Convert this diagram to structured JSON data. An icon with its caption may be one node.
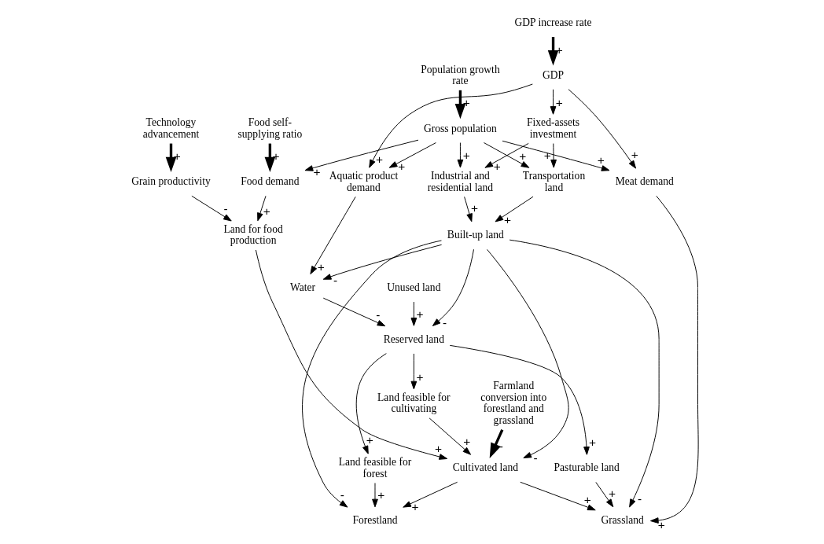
{
  "diagram": {
    "nodes": [
      {
        "text": [
          "Food self-supplying ratio"
        ]
      },
      {
        "text": [
          "Population growth rate"
        ]
      },
      {
        "text": [
          "Technology advancement"
        ]
      },
      {
        "text": [
          "Food demand"
        ]
      },
      {
        "text": [
          "Grain productivity"
        ]
      },
      {
        "text": [
          "Gross population"
        ]
      },
      {
        "text": [
          "Land for food production"
        ]
      },
      {
        "text": [
          "Cultivated land"
        ]
      },
      {
        "text": [
          "Farmland conversion into forestland and grassland"
        ]
      },
      {
        "text": [
          "Aquatic product demand"
        ]
      },
      {
        "text": [
          "Water"
        ]
      },
      {
        "text": [
          "Meat demand"
        ]
      },
      {
        "text": [
          "Grassland"
        ]
      },
      {
        "text": [
          "Land feasible for cultivating"
        ]
      },
      {
        "text": [
          "Industrial and residential land"
        ]
      },
      {
        "text": [
          "Built-up land"
        ]
      },
      {
        "text": [
          "Pasturable land"
        ]
      },
      {
        "text": [
          "Transportation land"
        ]
      },
      {
        "text": [
          "Forestland"
        ]
      },
      {
        "text": [
          "Reserved land"
        ]
      },
      {
        "text": [
          "GDP"
        ]
      },
      {
        "text": [
          "Fixed-assets investment"
        ]
      },
      {
        "text": [
          "Land feasible for forest"
        ]
      },
      {
        "text": [
          "Unused land"
        ]
      },
      {
        "text": [
          "GDP increase rate"
        ]
      }
    ],
    "edges": [
      {
        "from": 0,
        "to": 3,
        "arrow": "to",
        "label": "+",
        "style": "thick"
      },
      {
        "from": 1,
        "to": 5,
        "arrow": "to",
        "label": "+",
        "style": "thick"
      },
      {
        "from": 2,
        "to": 4,
        "arrow": "to",
        "label": "+",
        "style": "thick"
      },
      {
        "from": 3,
        "to": 6,
        "arrow": "to",
        "label": "+"
      },
      {
        "from": 4,
        "to": 6,
        "arrow": "to",
        "label": "-"
      },
      {
        "from": 5,
        "to": 3,
        "arrow": "to",
        "label": "+"
      },
      {
        "from": 5,
        "to": 9,
        "arrow": "to",
        "label": "+"
      },
      {
        "from": 5,
        "to": 11,
        "arrow": "to",
        "label": "+"
      },
      {
        "from": 5,
        "to": 14,
        "arrow": "to",
        "label": "+"
      },
      {
        "from": 5,
        "to": 17,
        "arrow": "to",
        "label": "+"
      },
      {
        "from": 6,
        "to": 7,
        "arrow": "to",
        "label": "+"
      },
      {
        "from": 7,
        "to": 12,
        "arrow": "to",
        "label": "+"
      },
      {
        "from": 7,
        "to": 18,
        "arrow": "to",
        "label": "+"
      },
      {
        "from": 8,
        "to": 7,
        "arrow": "to",
        "label": "-",
        "style": "thick"
      },
      {
        "from": 9,
        "to": 10,
        "arrow": "to",
        "label": "+"
      },
      {
        "from": 10,
        "to": 19,
        "arrow": "to",
        "label": "-"
      },
      {
        "from": 11,
        "to": 12,
        "arrow": "to",
        "label": "+"
      },
      {
        "from": 13,
        "to": 7,
        "arrow": "to",
        "label": "+"
      },
      {
        "from": 14,
        "to": 15,
        "arrow": "to",
        "label": "+"
      },
      {
        "from": 15,
        "to": 7,
        "arrow": "to",
        "label": "-"
      },
      {
        "from": 15,
        "to": 10,
        "arrow": "to",
        "label": "-"
      },
      {
        "from": 15,
        "to": 12,
        "arrow": "to",
        "label": "-"
      },
      {
        "from": 15,
        "to": 18,
        "arrow": "to",
        "label": "-"
      },
      {
        "from": 15,
        "to": 19,
        "arrow": "to",
        "label": "-"
      },
      {
        "from": 16,
        "to": 12,
        "arrow": "to",
        "label": "+"
      },
      {
        "from": 17,
        "to": 15,
        "arrow": "to",
        "label": "+"
      },
      {
        "from": 19,
        "to": 13,
        "arrow": "to",
        "label": "+"
      },
      {
        "from": 19,
        "to": 16,
        "arrow": "to",
        "label": "+"
      },
      {
        "from": 19,
        "to": 22,
        "arrow": "to",
        "label": "+"
      },
      {
        "from": 20,
        "to": 9,
        "arrow": "to",
        "label": "+"
      },
      {
        "from": 20,
        "to": 11,
        "arrow": "to",
        "label": "+"
      },
      {
        "from": 20,
        "to": 21,
        "arrow": "to",
        "label": "+"
      },
      {
        "from": 21,
        "to": 14,
        "arrow": "to",
        "label": "+"
      },
      {
        "from": 21,
        "to": 17,
        "arrow": "to",
        "label": "+"
      },
      {
        "from": 22,
        "to": 18,
        "arrow": "to",
        "label": "+"
      },
      {
        "from": 23,
        "to": 19,
        "arrow": "to",
        "label": "+"
      },
      {
        "from": 24,
        "to": 20,
        "arrow": "to",
        "label": "+",
        "style": "thick"
      }
    ]
  }
}
